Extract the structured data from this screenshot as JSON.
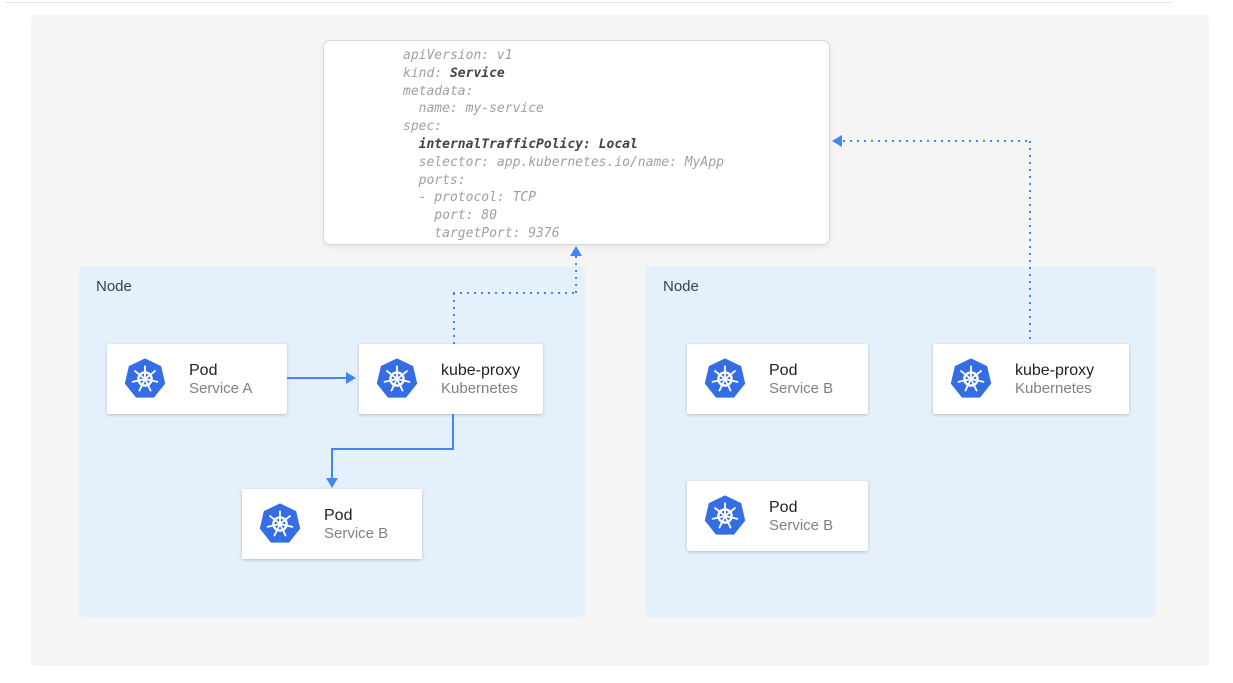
{
  "yaml": {
    "l1": "apiVersion: v1",
    "l2a": "kind: ",
    "l2b": "Service",
    "l3": "metadata:",
    "l4": "  name: my-service",
    "l5": "spec:",
    "l6a": "  ",
    "l6b": "internalTrafficPolicy: Local",
    "l7": "  selector: app.kubernetes.io/name: MyApp",
    "l8": "  ports:",
    "l9": "  - protocol: TCP",
    "l10": "    port: 80",
    "l11": "    targetPort: 9376"
  },
  "nodes": [
    {
      "label": "Node",
      "cards": [
        {
          "title": "Pod",
          "subtitle": "Service A",
          "icon": "kubernetes-logo"
        },
        {
          "title": "kube-proxy",
          "subtitle": "Kubernetes",
          "icon": "kubernetes-logo"
        },
        {
          "title": "Pod",
          "subtitle": "Service B",
          "icon": "kubernetes-logo"
        }
      ]
    },
    {
      "label": "Node",
      "cards": [
        {
          "title": "Pod",
          "subtitle": "Service B",
          "icon": "kubernetes-logo"
        },
        {
          "title": "kube-proxy",
          "subtitle": "Kubernetes",
          "icon": "kubernetes-logo"
        },
        {
          "title": "Pod",
          "subtitle": "Service B",
          "icon": "kubernetes-logo"
        }
      ]
    }
  ],
  "colors": {
    "accent_blue": "#4285f4",
    "kubernetes_logo_blue": "#356de4",
    "node_background": "#e4f1fc",
    "panel_background": "#f5f5f6",
    "yaml_text": "#9ba0a6",
    "yaml_bold_text": "#3f4347",
    "card_title": "#212327",
    "card_subtitle": "#7d8288"
  }
}
